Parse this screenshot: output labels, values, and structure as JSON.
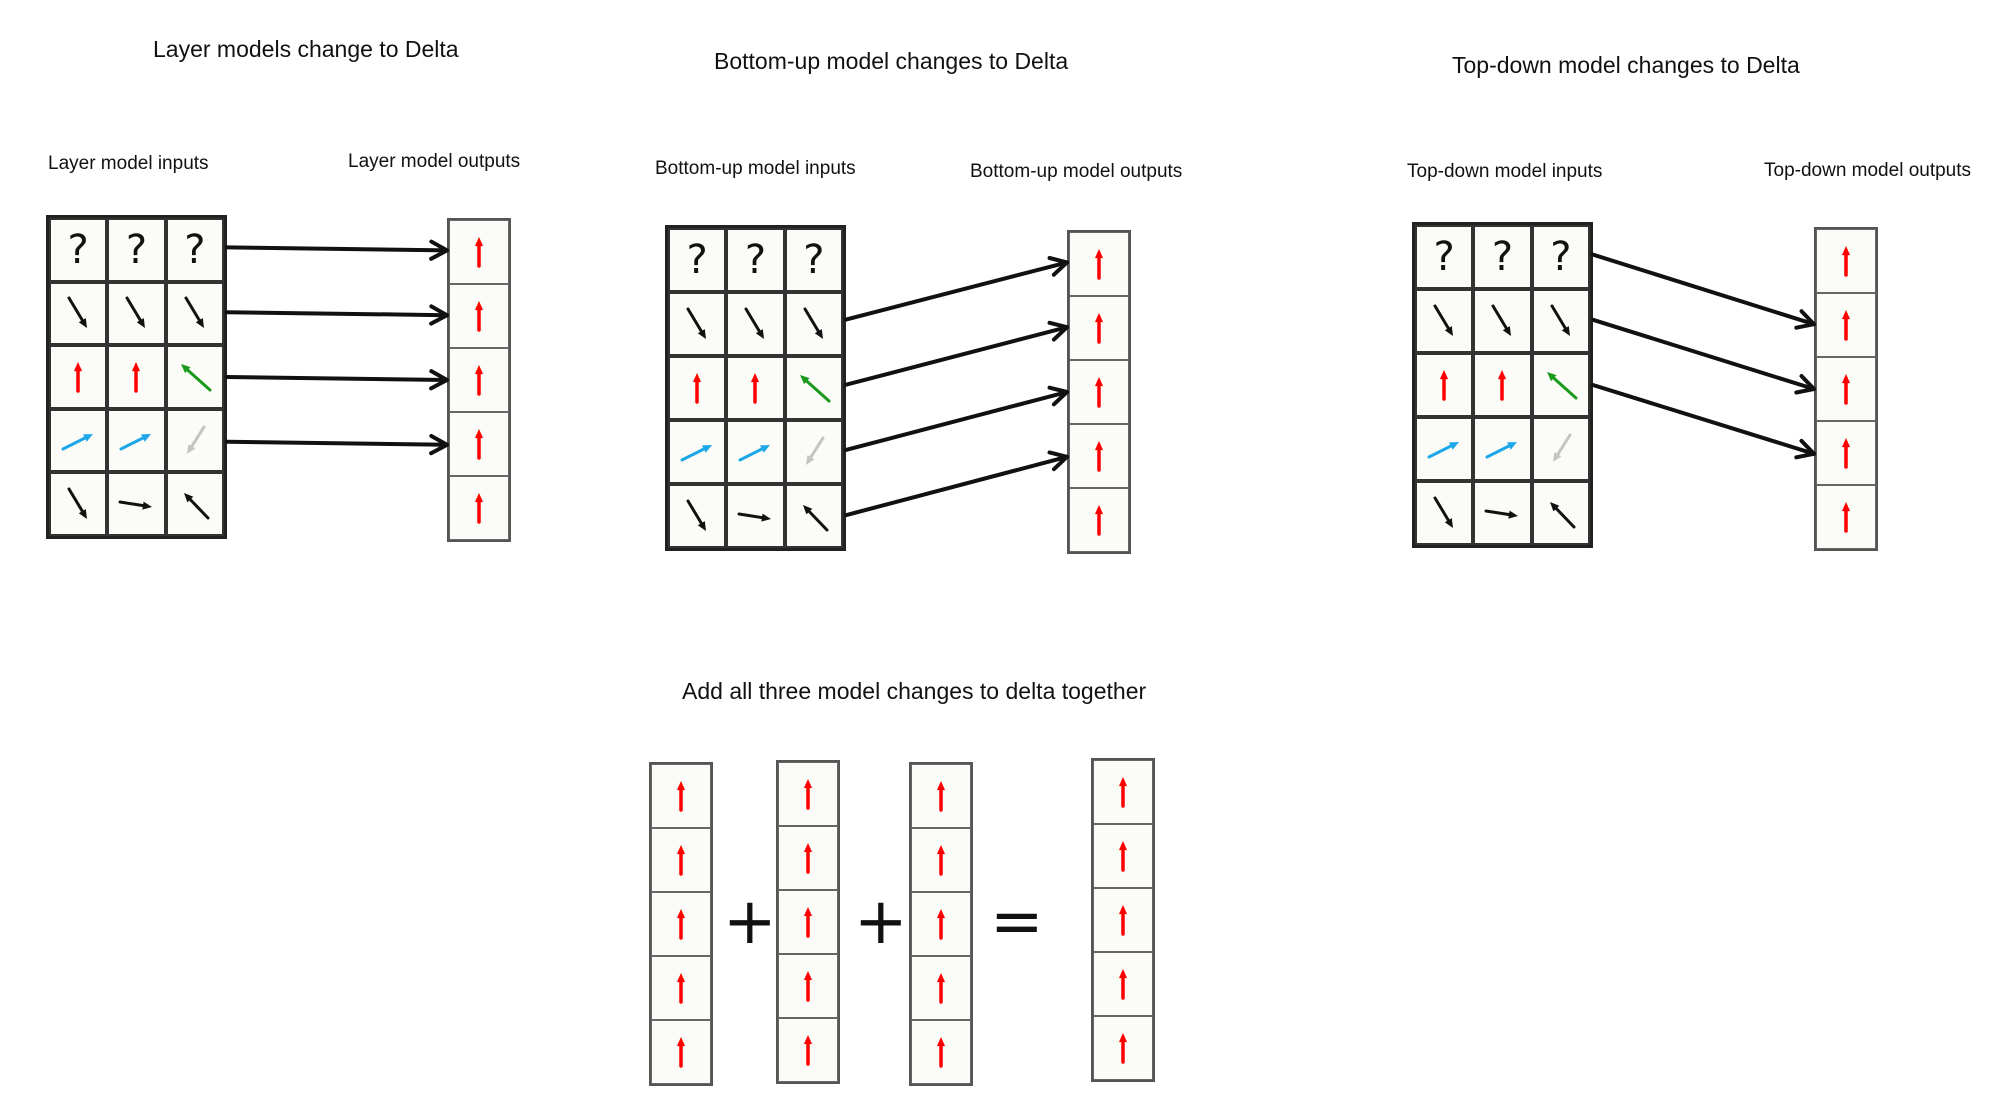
{
  "panels": [
    {
      "id": "layer",
      "title": "Layer models change to Delta",
      "inputs_label": "Layer model inputs",
      "outputs_label": "Layer model outputs",
      "connections": "straight"
    },
    {
      "id": "bottom-up",
      "title": "Bottom-up model changes to Delta",
      "inputs_label": "Bottom-up model inputs",
      "outputs_label": "Bottom-up model outputs",
      "connections": "up"
    },
    {
      "id": "top-down",
      "title": "Top-down model changes to Delta",
      "inputs_label": "Top-down model inputs",
      "outputs_label": "Top-down model outputs",
      "connections": "down"
    }
  ],
  "input_grid": [
    [
      "?",
      "?",
      "?"
    ],
    [
      "arrow-down-right-black",
      "arrow-down-right-black",
      "arrow-down-right-black"
    ],
    [
      "arrow-up-red",
      "arrow-up-red",
      "arrow-up-left-green"
    ],
    [
      "arrow-up-right-blue",
      "arrow-up-right-blue",
      "arrow-down-left-gray"
    ],
    [
      "arrow-down-right-black",
      "arrow-right-black",
      "arrow-up-left-black"
    ]
  ],
  "output_column": [
    "arrow-up-red",
    "arrow-up-red",
    "arrow-up-red",
    "arrow-up-red",
    "arrow-up-red"
  ],
  "sum": {
    "title": "Add all three model changes to delta together",
    "plus_symbol": "+",
    "equals_symbol": "="
  },
  "colors": {
    "red": "#ff0000",
    "green": "#1a9a1a",
    "blue": "#1ea7e8",
    "gray": "#c4c4c4",
    "black": "#111111"
  }
}
